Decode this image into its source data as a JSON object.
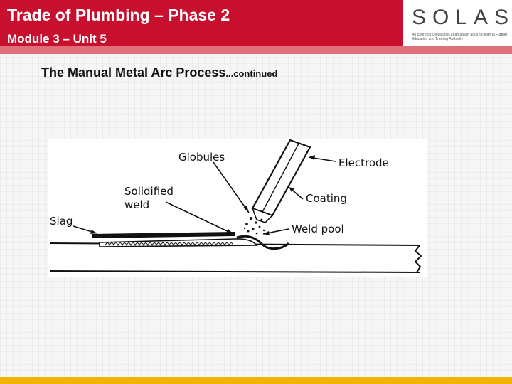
{
  "header": {
    "title": "Trade of Plumbing – Phase 2",
    "subtitle": "Module 3 – Unit 5",
    "background_color": "#c8102e",
    "rule_color": "#e06f7d"
  },
  "logo": {
    "word": "SOLAS",
    "tagline": "An tSeirbhís Oideachais Leanúnaigh agus Scileanna Further Education and Training Authority"
  },
  "slide": {
    "heading": "The Manual Metal Arc Process",
    "heading_suffix": "...continued"
  },
  "diagram": {
    "labels": {
      "globules": "Globules",
      "electrode": "Electrode",
      "solidified_weld_line1": "Solidified",
      "solidified_weld_line2": "weld",
      "coating": "Coating",
      "slag": "Slag",
      "weld_pool": "Weld pool"
    }
  },
  "footer": {
    "bar_color": "#f0b400"
  }
}
